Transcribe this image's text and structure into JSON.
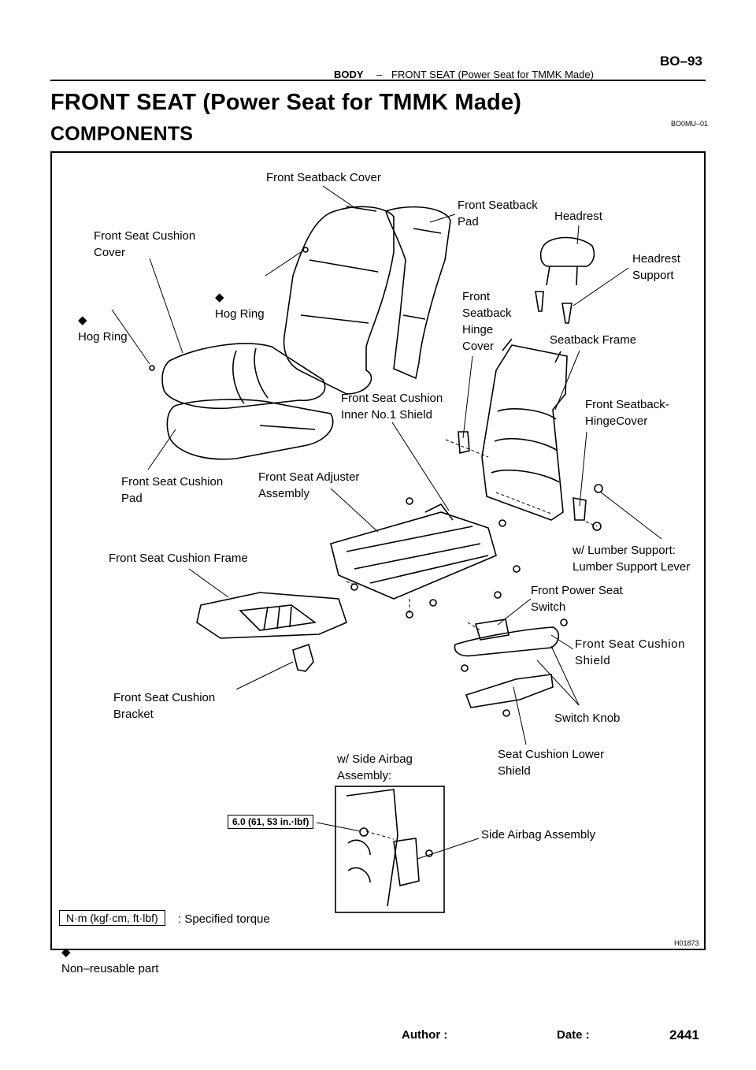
{
  "header": {
    "section": "BODY",
    "dash": "–",
    "subtitle": "FRONT SEAT (Power Seat for TMMK Made)",
    "page_code": "BO–93"
  },
  "title": "FRONT SEAT (Power Seat for TMMK Made)",
  "subheading": "COMPONENTS",
  "doc_code": "BO0MU–01",
  "figure_code": "H01873",
  "labels": {
    "front_seatback_cover": "Front Seatback Cover",
    "front_seatback_pad": "Front Seatback\nPad",
    "headrest": "Headrest",
    "front_seat_cushion_cover": "Front Seat Cushion\nCover",
    "headrest_support": "Headrest\nSupport",
    "hog_ring_1": "Hog Ring",
    "hog_ring_2": "Hog Ring",
    "front_seatback_hinge_cover": "Front\nSeatback\nHinge\nCover",
    "seatback_frame": "Seatback Frame",
    "cushion_inner_shield": "Front Seat Cushion\nInner No.1 Shield",
    "seatback_hingecover": "Front Seatback-\nHingeCover",
    "cushion_pad": "Front Seat Cushion\nPad",
    "adjuster_assembly": "Front Seat Adjuster\nAssembly",
    "lumber_support": "w/ Lumber Support:\nLumber Support Lever",
    "cushion_frame": "Front Seat Cushion Frame",
    "power_seat_switch": "Front Power Seat\n Switch",
    "cushion_shield": "Front Seat Cushion\nShield",
    "cushion_bracket": "Front Seat Cushion\nBracket",
    "switch_knob": "Switch Knob",
    "side_airbag_header": "w/ Side Airbag\nAssembly:",
    "lower_shield": "Seat Cushion Lower\nShield",
    "side_airbag_assembly": "Side Airbag Assembly"
  },
  "torque_value": "6.0 (61, 53 in.·lbf)",
  "legend": {
    "unit_box": "N·m (kgf·cm, ft·lbf)",
    "unit_text": ": Specified torque",
    "nonreusable": "Non–reusable part",
    "diamond": "◆"
  },
  "footer": {
    "author": "Author :",
    "date": "Date :",
    "page_number": "2441"
  }
}
